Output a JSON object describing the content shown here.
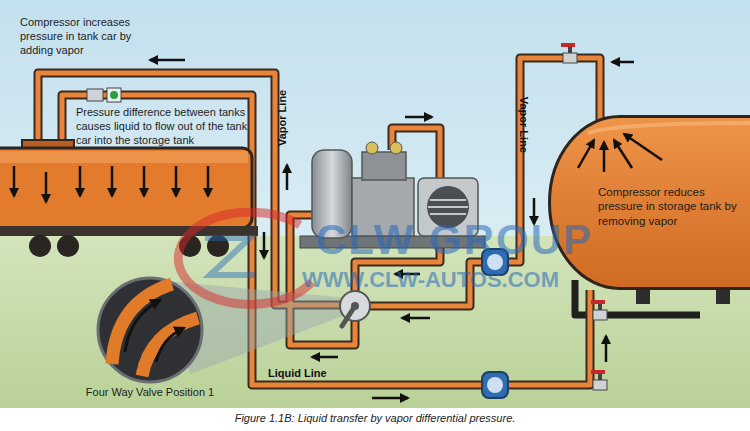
{
  "diagram": {
    "caption": "Figure 1.1B: Liquid transfer by vapor differential pressure.",
    "nodes": [
      {
        "text": [
          "Compressor reduces pressure in storage tank by removing vapor"
        ]
      },
      {
        "text": [
          "Four Way Valve Position 1"
        ]
      }
    ],
    "labels": [
      "Compressor increases pressure in tank car by adding vapor",
      "Pressure difference between tanks causes liquid to flow out of the tank car into the storage tank",
      "Vapor Line",
      "Vapor Line",
      "Liquid Line",
      "CLW GROUP",
      "WWW.CLW-AUTOS.COM"
    ]
  }
}
